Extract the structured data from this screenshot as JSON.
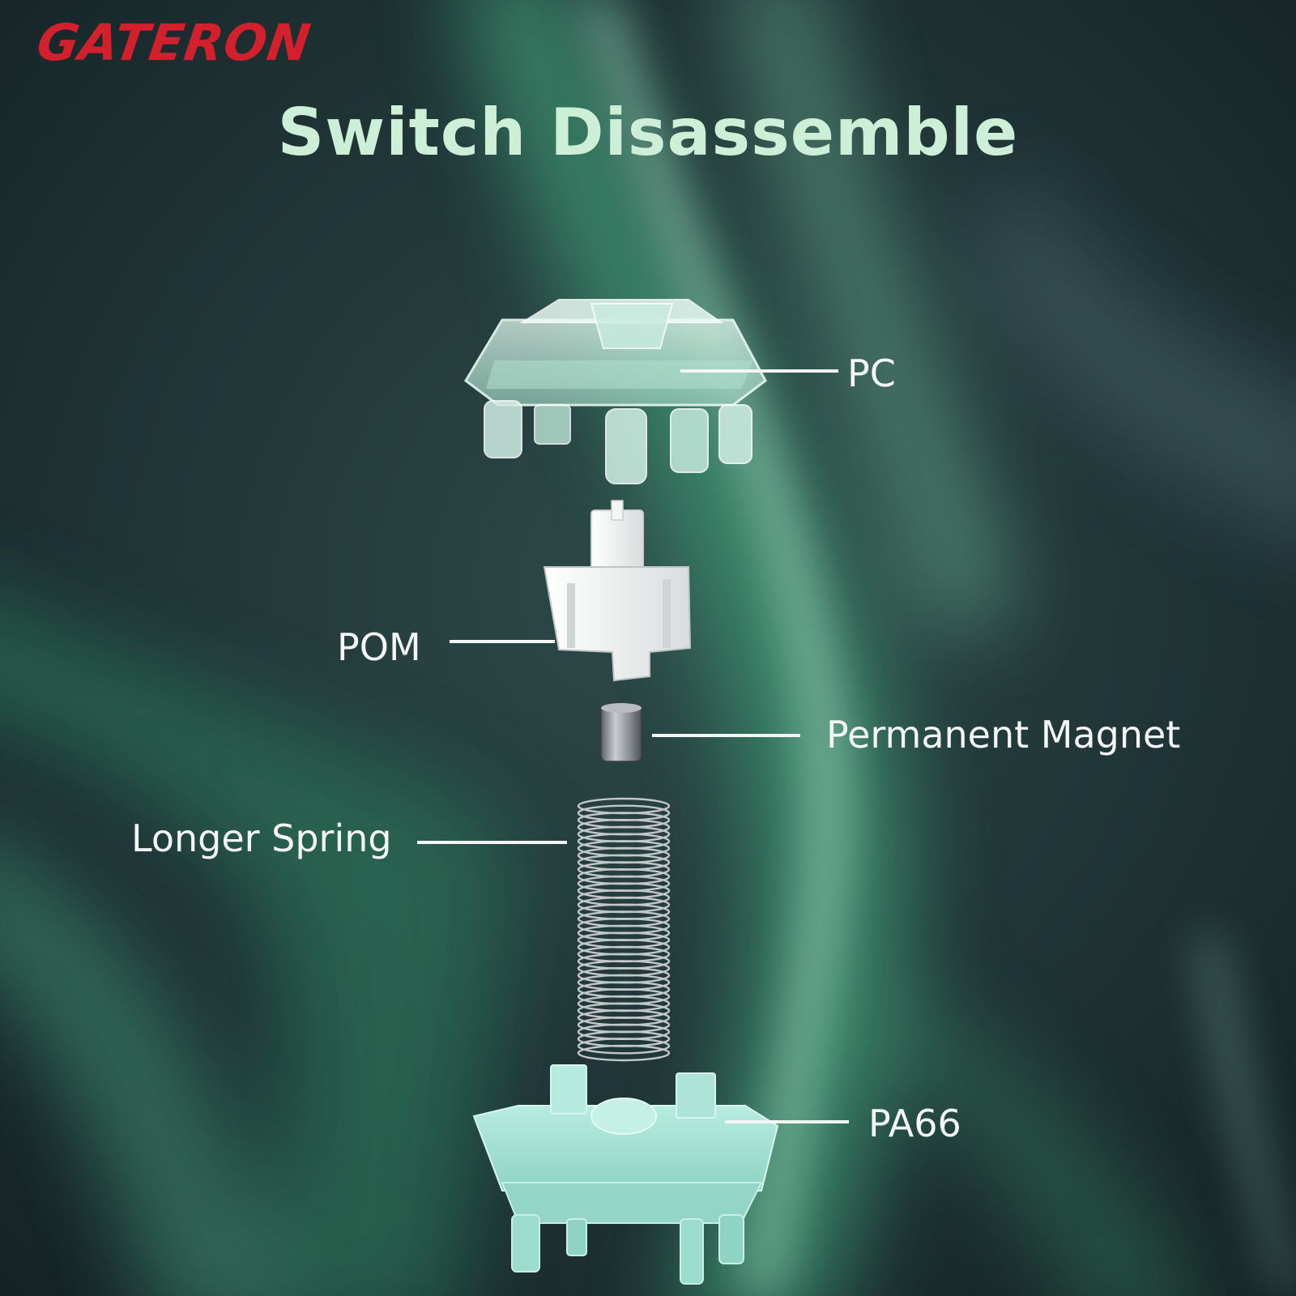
{
  "brand": {
    "logo_text": "GATERON",
    "logo_color": "#d4202c"
  },
  "title": "Switch Disassemble",
  "title_color": "#cdeed7",
  "components": [
    {
      "label": "PC"
    },
    {
      "label": "POM"
    },
    {
      "label": "Permanent Magnet"
    },
    {
      "label": "Longer Spring"
    },
    {
      "label": "PA66"
    }
  ],
  "colors": {
    "background": "#1a2a2c",
    "aurora": "#3fa079",
    "top_housing": "#bfe6d8",
    "stem": "#eef0f0",
    "magnet": "#8d9196",
    "spring": "#c4c7c9",
    "bottom_housing": "#9fdfd0",
    "leader_line": "#f3f6f5"
  },
  "spring_coils": 36
}
